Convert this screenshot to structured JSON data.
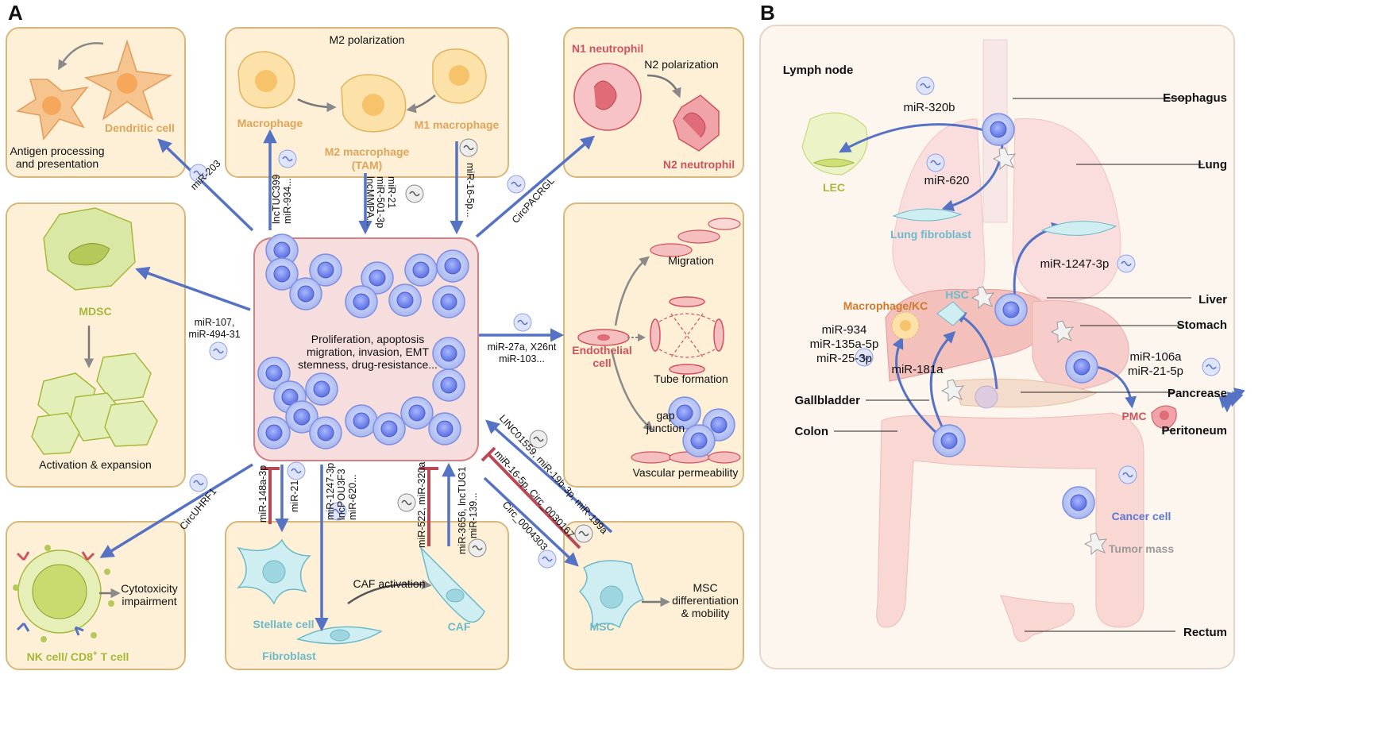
{
  "panelA": {
    "letter": "A",
    "dendritic": {
      "cell": "Dendritic cell",
      "caption1": "Antigen processing",
      "caption2": "and presentation"
    },
    "m2box": {
      "title": "M2 polarization",
      "macrophage": "Macrophage",
      "m2a": "M2 macrophage",
      "m2b": "(TAM)",
      "m1": "M1 macrophage"
    },
    "n1box": {
      "n1": "N1 neutrophil",
      "n2pol": "N2 polarization",
      "n2": "N2 neutrophil"
    },
    "mdsc": {
      "cell": "MDSC",
      "caption": "Activation & expansion"
    },
    "tumor": {
      "line1": "Proliferation, apoptosis",
      "line2": "migration, invasion, EMT",
      "line3": "stemness, drug-resistance..."
    },
    "endo": {
      "cell1": "Endothelial",
      "cell2": "cell",
      "migration": "Migration",
      "tube": "Tube formation",
      "gap1": "gap",
      "gap2": "junction",
      "vasc": "Vascular permeability"
    },
    "nk": {
      "cell": "NK cell/ CD8",
      "sup": "+",
      "cell_tail": " T cell",
      "cap1": "Cytotoxicity",
      "cap2": "impairment"
    },
    "stellate": {
      "stellate": "Stellate cell",
      "fibroblast": "Fibroblast",
      "caf_act": "CAF activation",
      "caf": "CAF"
    },
    "msc": {
      "cell": "MSC",
      "cap1": "MSC",
      "cap2": "differentiation",
      "cap3": "& mobility"
    },
    "mirnas": {
      "dc": "miR-203",
      "mac1": "lncTUC399",
      "mac2": "miR-934...",
      "m2a": "miR-501-3p",
      "m2b": "miR-21",
      "m2c": "lncMMPA...",
      "m1": "miR-16-5p...",
      "n1": "CircPACRGL",
      "mdsc1": "miR-107,",
      "mdsc2": "miR-494-31",
      "endo1": "miR-27a, X26nt",
      "endo2": "miR-103...",
      "nk": "CircUHRF1",
      "st1": "miR-148a-3p",
      "st2": "miR-21",
      "fb1": "miR-1247-3p",
      "fb2": "lncPOU3F3",
      "fb3": "miR-620...",
      "caf1": "miR-522, miR-320a",
      "caf2": "miR-3656, lncTUG1",
      "caf3": "miR-139...",
      "msc1": "LINC01559, miR-19b-3p, miR-199a",
      "msc2": "miR-16-5p, Circ_0030167",
      "msc3": "Circ_0004303"
    }
  },
  "panelB": {
    "letter": "B",
    "organs": {
      "lymph": "Lymph node",
      "esophagus": "Esophagus",
      "lung": "Lung",
      "liver": "Liver",
      "stomach": "Stomach",
      "gallbladder": "Gallbladder",
      "pancrease": "Pancrease",
      "colon": "Colon",
      "peritoneum": "Peritoneum",
      "rectum": "Rectum"
    },
    "cells": {
      "lec": "LEC",
      "lungfb": "Lung fibroblast",
      "hsc": "HSC",
      "mkc": "Macrophage/KC",
      "pmc": "PMC",
      "cancer": "Cancer cell",
      "tumor": "Tumor mass"
    },
    "mirnas": {
      "r320b": "miR-320b",
      "r620": "miR-620",
      "r1247": "miR-1247-3p",
      "r934": "miR-934",
      "r135": "miR-135a-5p",
      "r25": "miR-25-3p",
      "r181": "miR-181a",
      "r106": "miR-106a",
      "r21": "miR-21-5p"
    }
  },
  "colors": {
    "box_fill": "#fdf0d6",
    "box_stroke": "#d8b77c",
    "tumor_fill": "#f7dede",
    "tumor_stroke": "#d77f82",
    "arrow_blue": "#5572c4",
    "inhibit_red": "#b94a55",
    "grey_arrow": "#8a8a8a"
  }
}
